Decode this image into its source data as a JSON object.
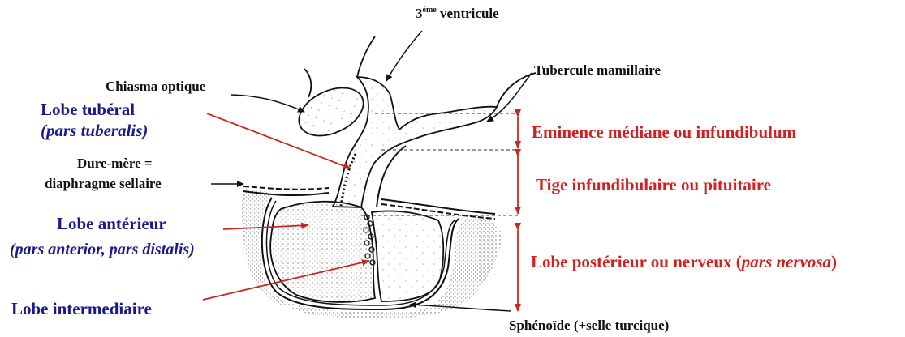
{
  "colors": {
    "black": "#111111",
    "blue": "#1a1a8c",
    "red": "#d22020",
    "arrow_red": "#c8281e"
  },
  "labels": {
    "ventricle_main": "3",
    "ventricle_sup": "ème",
    "ventricle_tail": " ventricule",
    "tubercule": "Tubercule mamillaire",
    "chiasma": "Chiasma optique",
    "lobe_tuberal": "Lobe tubéral",
    "lobe_tuberal_latin": "(pars tuberalis)",
    "dure_mere_1": "Dure-mère =",
    "dure_mere_2": "diaphragme sellaire",
    "lobe_anterieur": "Lobe antérieur",
    "lobe_anterieur_latin": "(pars anterior, pars distalis)",
    "lobe_intermediaire": "Lobe intermediaire",
    "sphenoide": "Sphénoïde (+selle turcique)",
    "eminence": "Eminence médiane ou infundibulum",
    "tige": "Tige infundibulaire ou pituitaire",
    "lobe_posterieur": "Lobe postérieur ou nerveux (",
    "lobe_posterieur_latin": "pars nervosa",
    "lobe_posterieur_end": ")"
  }
}
